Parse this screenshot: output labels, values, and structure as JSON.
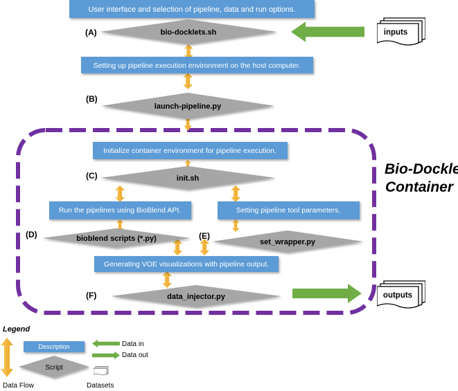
{
  "boxes": {
    "ui": "User interface and selection of pipeline, data and run options.",
    "env": "Setting up pipeline execution environment on the host computer.",
    "init_env": "Initialize container environment for pipeline execution.",
    "run": "Run the pipelines using BioBlend API.",
    "params": "Setting pipeline tool parameters.",
    "voe": "Generating VOE visualizations with  pipeline output."
  },
  "scripts": {
    "a": "bio-docklets.sh",
    "b": "launch-pipeline.py",
    "c": "init.sh",
    "d": "bioblend scripts (*.py)",
    "e": "set_wrapper.py",
    "f": "data_injector.py"
  },
  "step_labels": {
    "a": "(A)",
    "b": "(B)",
    "c": "(C)",
    "d": "(D)",
    "e": "(E)",
    "f": "(F)"
  },
  "container_label": {
    "line1": "Bio-Docklet",
    "line2": "Container"
  },
  "datasets": {
    "inputs": "inputs",
    "outputs": "outputs"
  },
  "legend": {
    "title": "Legend",
    "description": "Description",
    "script": "Script",
    "data_in": "Data in",
    "data_out": "Data out",
    "data_flow": "Data Flow",
    "datasets": "Datasets"
  },
  "colors": {
    "box_blue": "#5b9bd5",
    "diamond_gray": "#a6a6a6",
    "arrow_orange": "#f5b335",
    "arrow_green": "#70ad47",
    "container_purple": "#7030a0"
  }
}
